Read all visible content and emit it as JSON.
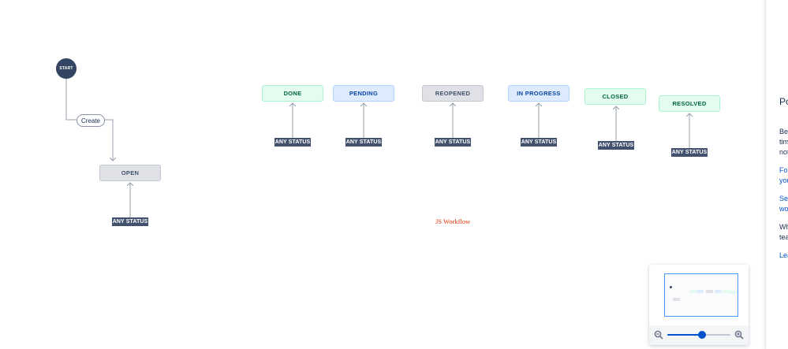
{
  "workflow": {
    "start_label": "START",
    "create_label": "Create",
    "open_label": "OPEN",
    "any_status_label": "ANY STATUS",
    "global_statuses": [
      {
        "label": "DONE",
        "category": "green"
      },
      {
        "label": "PENDING",
        "category": "blue"
      },
      {
        "label": "REOPENED",
        "category": "grey"
      },
      {
        "label": "IN PROGRESS",
        "category": "blue"
      },
      {
        "label": "CLOSED",
        "category": "green"
      },
      {
        "label": "RESOLVED",
        "category": "green"
      }
    ],
    "watermark": "JS Workflow"
  },
  "side_panel": {
    "heading": "Po",
    "lines": [
      "Bef",
      "tim",
      "not",
      "Fol",
      "you",
      "See",
      "wo",
      "Wh",
      "tea",
      "Lea"
    ]
  },
  "minimap": {
    "zoom_level": 0.55
  },
  "colors": {
    "green_bg": "#e3fcef",
    "blue_bg": "#deebff",
    "grey_bg": "#dfe1e6",
    "start_fill": "#344563",
    "link": "#0052cc"
  }
}
